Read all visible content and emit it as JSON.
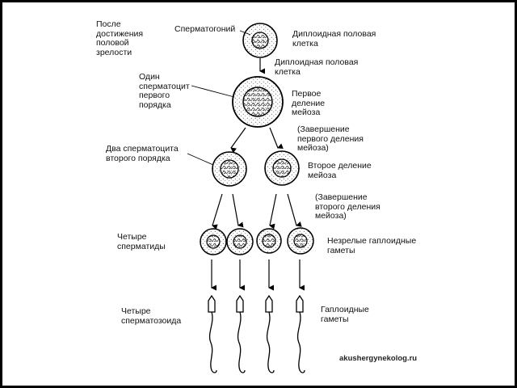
{
  "labels": {
    "after_maturity": "После\nдостижения\nполовой\nзрелости",
    "spermatogonium": "Сперматогоний",
    "diploid_cell_1": "Диплоидная половая\nклетка",
    "diploid_cell_2": "Диплоидная половая\nклетка",
    "primary_spermatocyte": "Один\nсперматоцит\nпервого\nпорядка",
    "first_division": "Первое\nделение\nмейоза",
    "first_division_end": "(Завершение\nпервого деления\nмейоза)",
    "secondary_spermatocytes": "Два сперматоцита\nвторого порядка",
    "second_division": "Второе деление\nмейоза",
    "second_division_end": "(Завершение\nвторого деления\nмейоза)",
    "spermatids": "Четыре\nсперматиды",
    "immature_gametes": "Незрелые гаплоидные\nгаметы",
    "spermatozoa": "Четыре\nсперматозоида",
    "haploid_gametes": "Гаплоидные\nгаметы"
  },
  "watermark": "akushergynekolog.ru"
}
